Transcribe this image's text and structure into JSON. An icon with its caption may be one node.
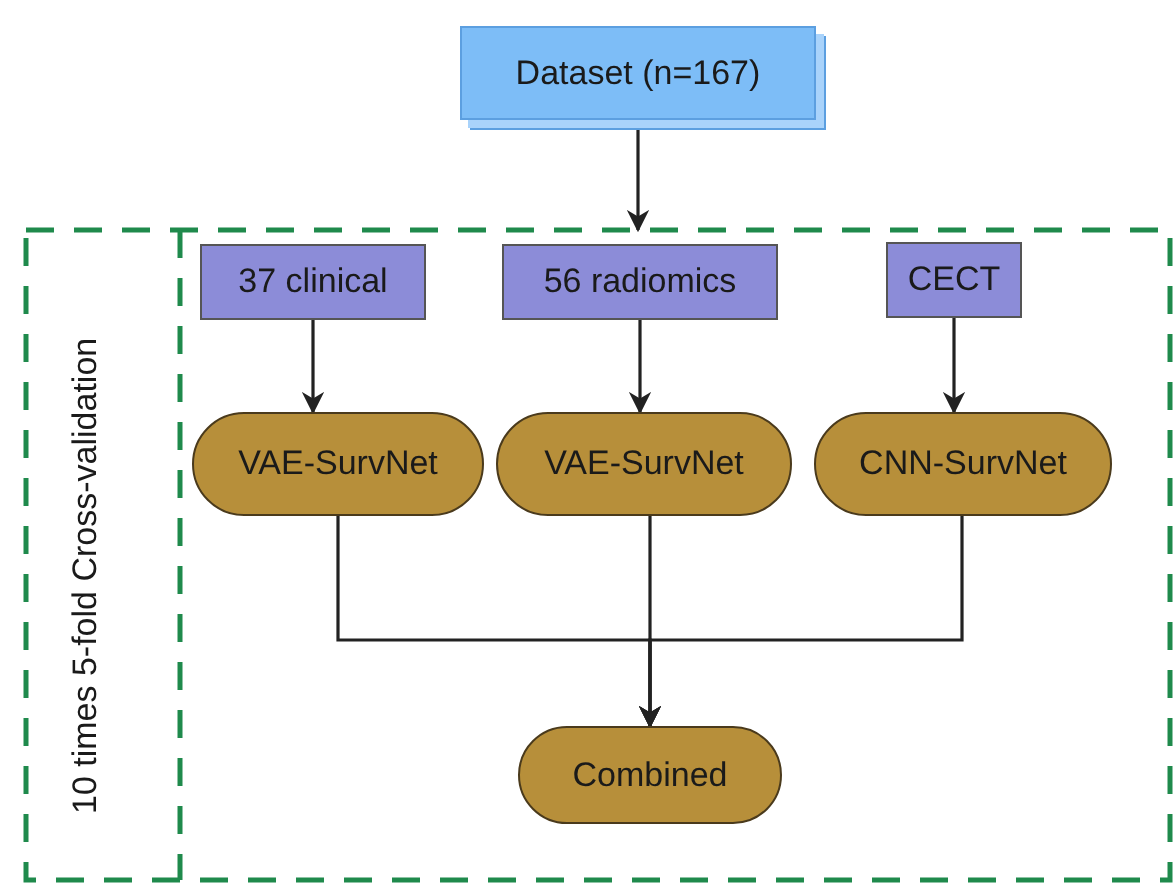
{
  "diagram": {
    "nodes": [
      {
        "text": [
          "Dataset (n=167)"
        ]
      },
      {
        "text": [
          "10 times 5-fold Cross-validation"
        ]
      },
      {
        "text": [
          "37 clinical"
        ],
        "in": 1
      },
      {
        "text": [
          "56 radiomics"
        ],
        "in": 1
      },
      {
        "text": [
          "CECT"
        ],
        "in": 1
      },
      {
        "text": [
          "VAE-SurvNet"
        ],
        "in": 1
      },
      {
        "text": [
          "VAE-SurvNet"
        ],
        "in": 1
      },
      {
        "text": [
          "CNN-SurvNet"
        ],
        "in": 1
      },
      {
        "text": [
          "Combined"
        ],
        "in": 1
      }
    ],
    "edges": [
      {
        "from": 0,
        "to": 1,
        "arrow": "to"
      },
      {
        "from": 2,
        "to": 5,
        "arrow": "to"
      },
      {
        "from": 3,
        "to": 6,
        "arrow": "to"
      },
      {
        "from": 4,
        "to": 7,
        "arrow": "to"
      },
      {
        "from": 5,
        "to": 8,
        "arrow": "to"
      },
      {
        "from": 6,
        "to": 8,
        "arrow": "to"
      },
      {
        "from": 7,
        "to": 8,
        "arrow": "to"
      }
    ]
  }
}
